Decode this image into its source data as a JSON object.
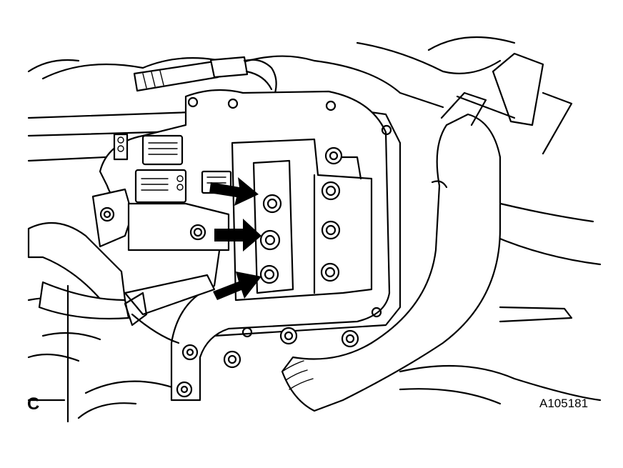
{
  "figure": {
    "view_label": "C",
    "figure_id": "A105181"
  },
  "callouts": {
    "arrow_count": 3,
    "arrow_color": "#000000",
    "marks": [
      "bolt-1",
      "bolt-2",
      "bolt-3"
    ]
  },
  "colors": {
    "line": "#000000",
    "background": "#ffffff"
  }
}
